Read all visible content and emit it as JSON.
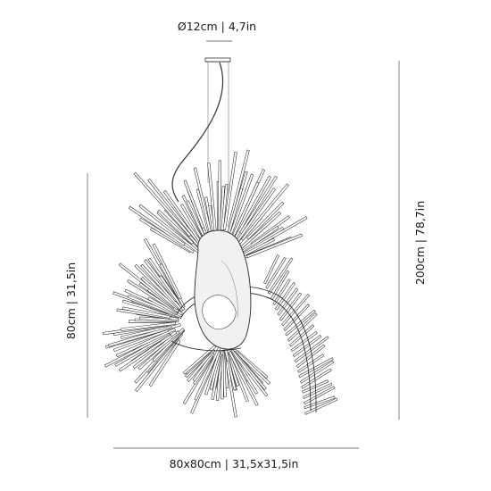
{
  "dimensions": {
    "canopy": "Ø12cm | 4,7in",
    "total_height": "200cm | 78,7in",
    "body_height": "80cm | 31,5in",
    "footprint": "80x80cm | 31,5x31,5in"
  }
}
